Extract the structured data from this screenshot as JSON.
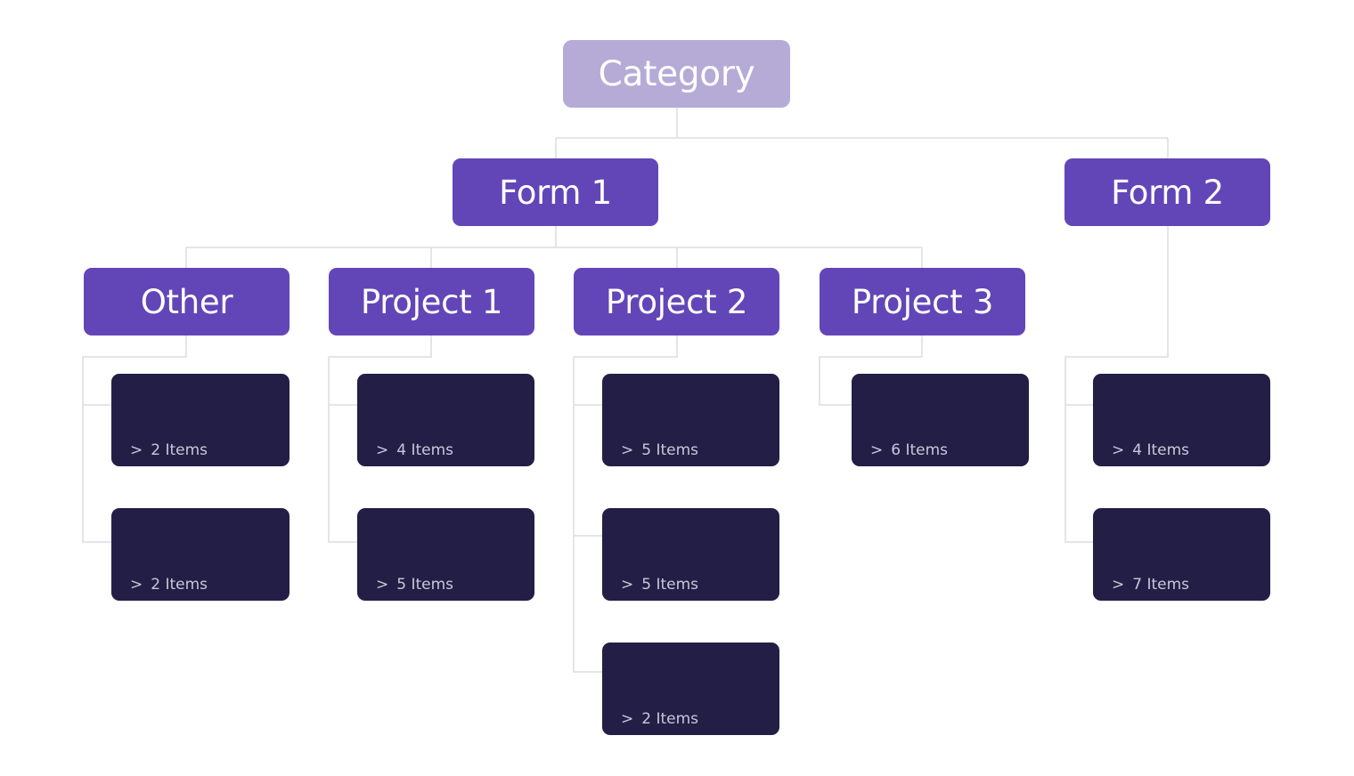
{
  "colors": {
    "root": "#b5abd6",
    "branch": "#6246b8",
    "leaf": "#221e45",
    "connector": "#dcdce4"
  },
  "root": {
    "label": "Category"
  },
  "forms": [
    {
      "label": "Form 1",
      "groups": [
        {
          "label": "Other",
          "items": [
            {
              "count_label": "2 Items"
            },
            {
              "count_label": "2 Items"
            }
          ]
        },
        {
          "label": "Project 1",
          "items": [
            {
              "count_label": "4 Items"
            },
            {
              "count_label": "5 Items"
            }
          ]
        },
        {
          "label": "Project 2",
          "items": [
            {
              "count_label": "5 Items"
            },
            {
              "count_label": "5 Items"
            },
            {
              "count_label": "2 Items"
            }
          ]
        },
        {
          "label": "Project 3",
          "items": [
            {
              "count_label": "6 Items"
            }
          ]
        }
      ]
    },
    {
      "label": "Form 2",
      "items": [
        {
          "count_label": "4 Items"
        },
        {
          "count_label": "7 Items"
        }
      ]
    }
  ],
  "chevron": ">"
}
